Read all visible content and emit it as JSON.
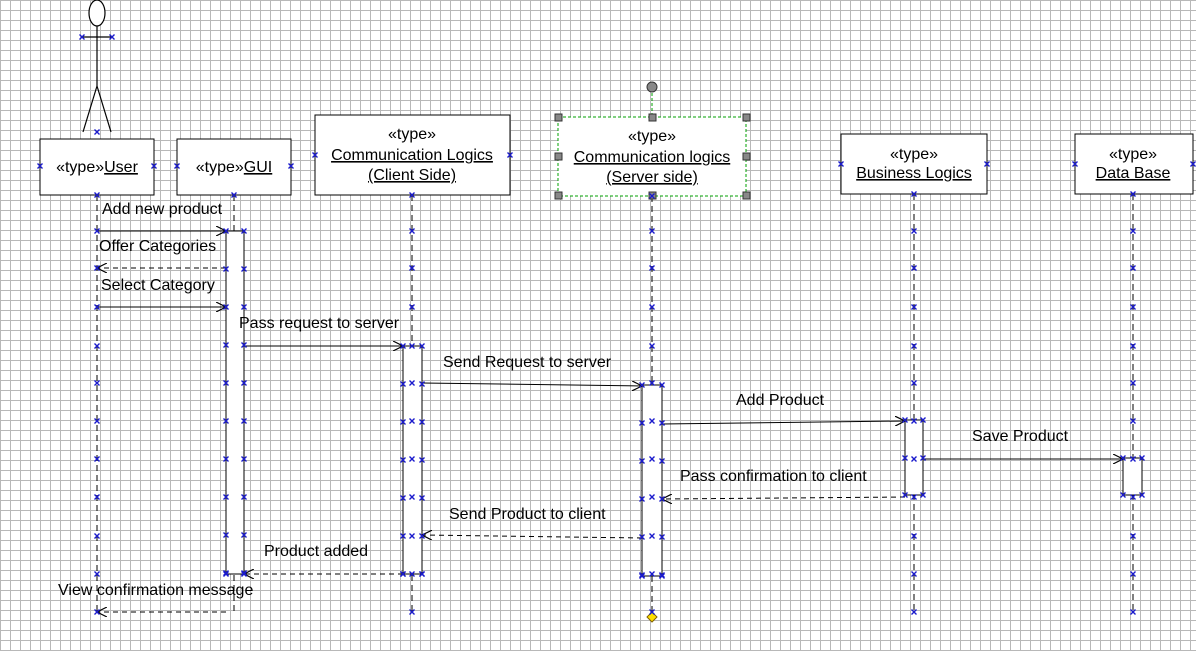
{
  "lifelines": [
    {
      "stereotype": "«type»",
      "name": "User"
    },
    {
      "stereotype": "«type»",
      "name": "GUI"
    },
    {
      "stereotype": "«type»",
      "name": "Communication Logics",
      "name2": "(Client Side)"
    },
    {
      "stereotype": "«type»",
      "name": "Communication logics",
      "name2": "(Server side)"
    },
    {
      "stereotype": "«type»",
      "name": "Business Logics"
    },
    {
      "stereotype": "«type»",
      "name": "Data Base"
    }
  ],
  "messages": [
    {
      "label": "Add new product"
    },
    {
      "label": "Offer Categories"
    },
    {
      "label": "Select Category"
    },
    {
      "label": "Pass request to server"
    },
    {
      "label": "Send Request to server"
    },
    {
      "label": "Add Product"
    },
    {
      "label": "Save Product"
    },
    {
      "label": "Pass confirmation to client"
    },
    {
      "label": "Send Product to client"
    },
    {
      "label": "Product added"
    },
    {
      "label": "View confirmation message"
    }
  ],
  "colors": {
    "selection": "#00a000",
    "handle": "#1a1acc",
    "line": "#000000"
  }
}
